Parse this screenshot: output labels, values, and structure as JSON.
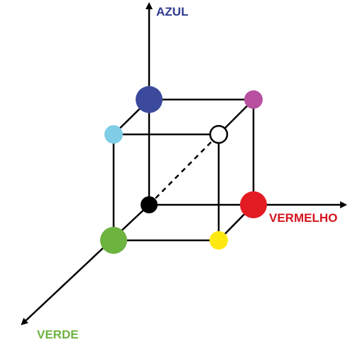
{
  "axes": {
    "blue": {
      "label": "AZUL",
      "color": "#2e3a8f"
    },
    "red": {
      "label": "VERMELHO",
      "color": "#d4151f"
    },
    "green": {
      "label": "VERDE",
      "color": "#6cb33f"
    }
  },
  "vertices": {
    "black": {
      "color": "#000000",
      "icon": "black-vertex-icon"
    },
    "red": {
      "color": "#e31b23"
    },
    "green": {
      "color": "#6cb33f"
    },
    "blue": {
      "color": "#3b4a9c"
    },
    "yellow": {
      "color": "#fde910"
    },
    "magenta": {
      "color": "#b8509f"
    },
    "cyan": {
      "color": "#7fcde6"
    },
    "white": {
      "color": "#ffffff"
    }
  }
}
